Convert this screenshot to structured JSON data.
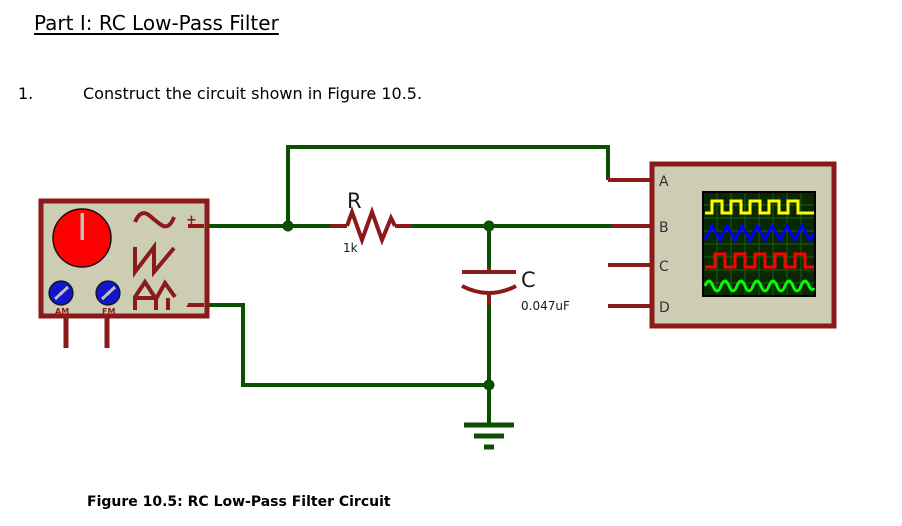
{
  "document": {
    "part_heading": "Part I: RC Low-Pass Filter",
    "step_number": "1.",
    "step_text": "Construct the circuit shown in Figure 10.5.",
    "figure_caption": "Figure 10.5: RC Low-Pass Filter Circuit"
  },
  "colors": {
    "wire_green": "#0B5000",
    "component_red": "#8B1A1A",
    "instrument_body": "#CDCDB4",
    "knob_main": "#FF0000",
    "knob_small": "#1414C8",
    "knob_pointer": "#C0C0C0",
    "scope_screen": "#0A2800",
    "scope_grid": "#1E641E",
    "trace_a": "#FFFF00",
    "trace_b": "#0000FF",
    "trace_c": "#FF0000",
    "trace_d": "#00FF00",
    "text_black": "#000000"
  },
  "function_generator": {
    "name": "Function Generator",
    "main_knob_label": "frequency-knob",
    "small_knobs": [
      {
        "label": "AM"
      },
      {
        "label": "FM"
      }
    ],
    "waveform_icons": [
      "sine-wave",
      "sawtooth-wave",
      "triangle-wave",
      "square-wave"
    ],
    "terminals": [
      {
        "label": "+",
        "name": "positive-terminal"
      },
      {
        "label": "-",
        "name": "negative-terminal"
      }
    ]
  },
  "oscilloscope": {
    "name": "Four Channel Oscilloscope",
    "channels": [
      {
        "label": "A",
        "trace_color": "#FFFF00",
        "waveform": "square"
      },
      {
        "label": "B",
        "trace_color": "#0000FF",
        "waveform": "triangle"
      },
      {
        "label": "C",
        "trace_color": "#FF0000",
        "waveform": "square"
      },
      {
        "label": "D",
        "trace_color": "#00FF00",
        "waveform": "sine"
      }
    ]
  },
  "components": [
    {
      "ref": "R",
      "value": "1k",
      "type": "resistor"
    },
    {
      "ref": "C",
      "value": "0.047uF",
      "type": "capacitor"
    },
    {
      "ref": "GND",
      "value": "",
      "type": "ground"
    }
  ],
  "resistor": {
    "ref": "R",
    "value": "1k"
  },
  "capacitor": {
    "ref": "C",
    "value": "0.047uF"
  }
}
